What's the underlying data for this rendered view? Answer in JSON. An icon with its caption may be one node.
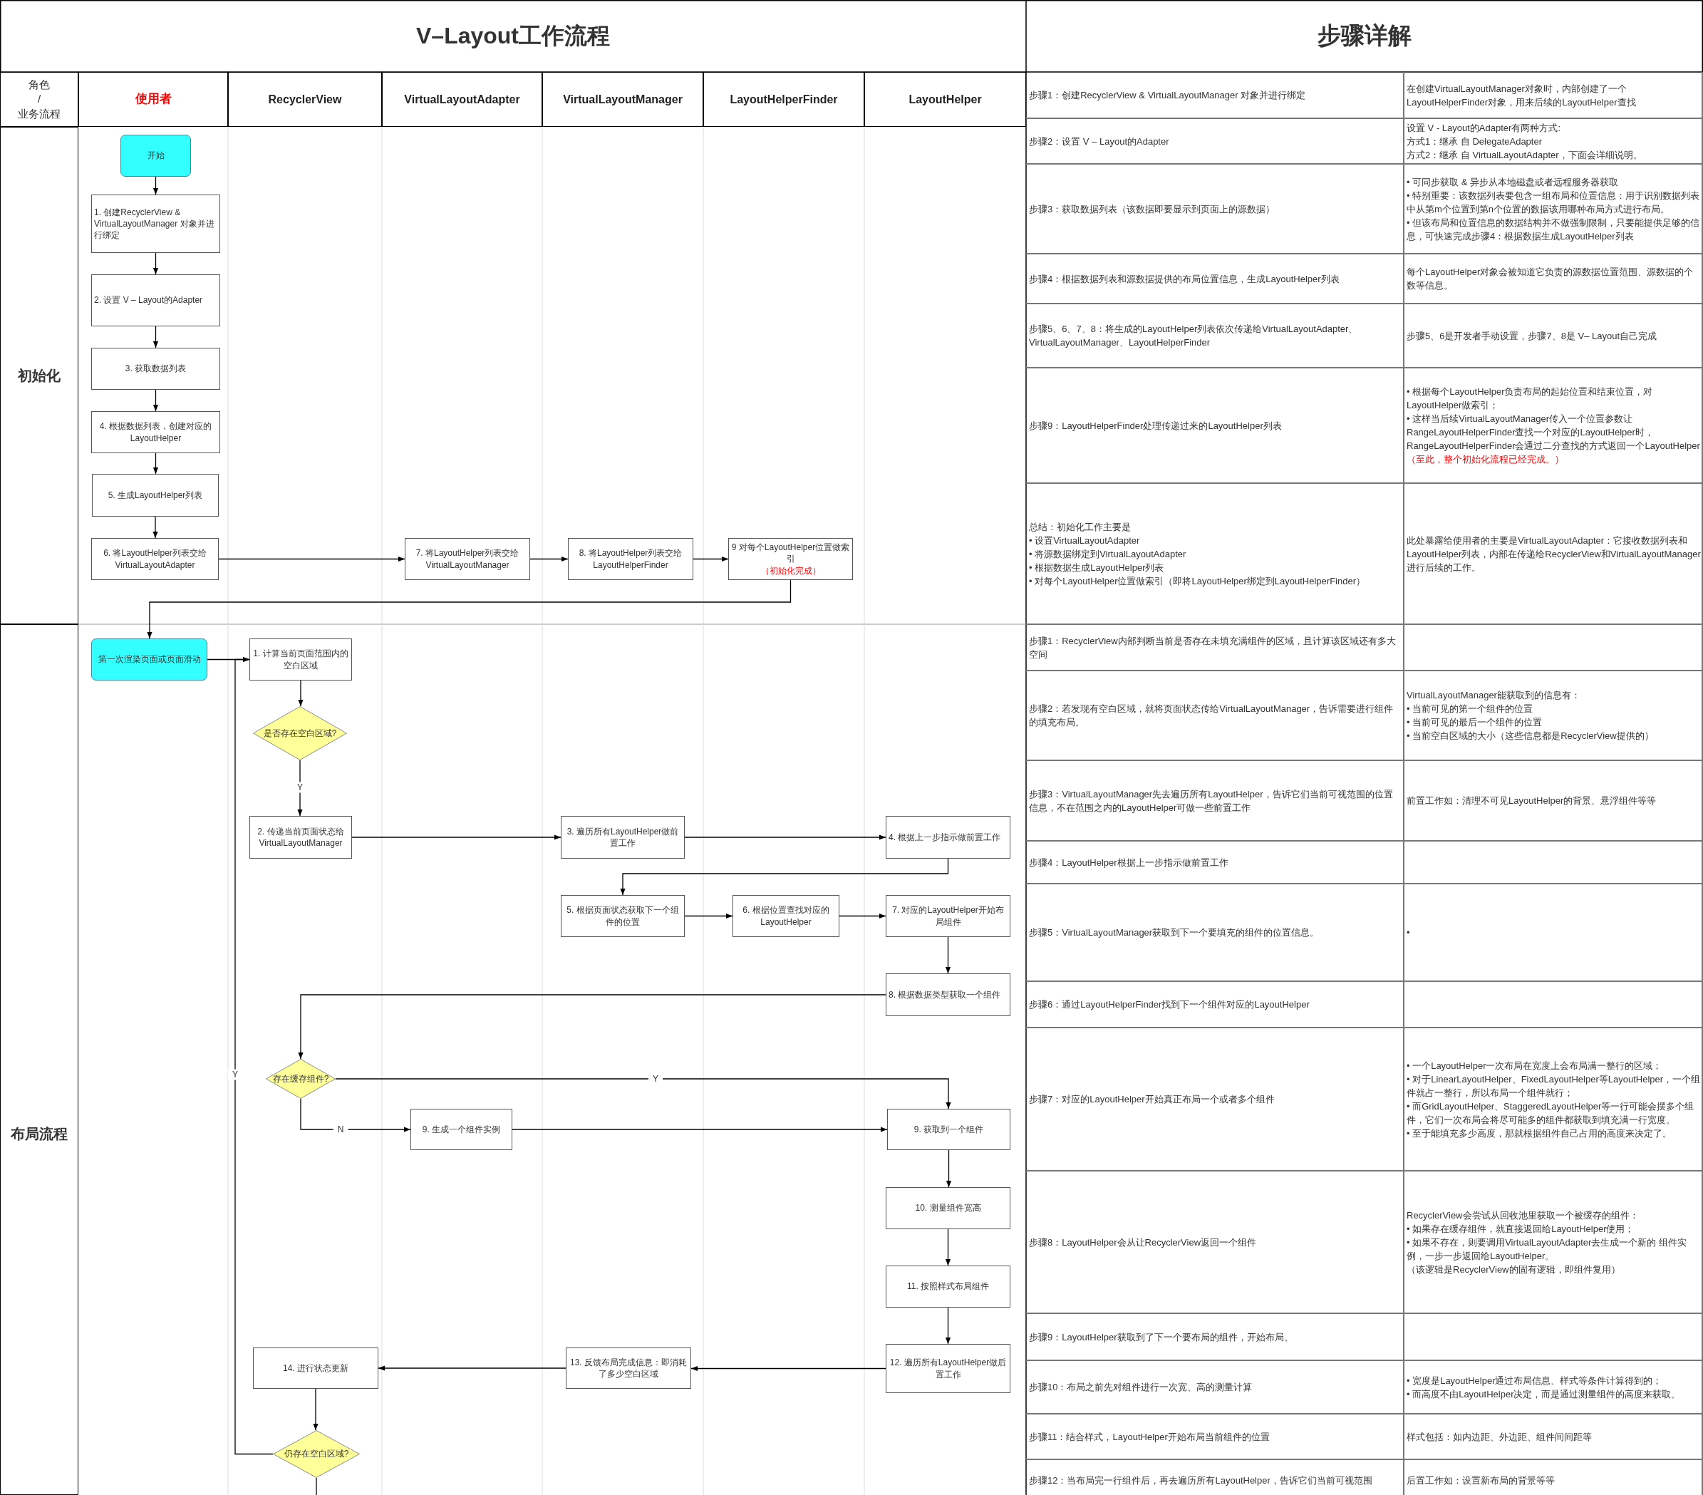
{
  "diagram": {
    "title": "V–Layout工作流程",
    "nodes": [
      {
        "text": [
          "角色",
          "/",
          "业务流程"
        ]
      },
      {
        "text": [
          "使用者"
        ]
      },
      {
        "text": [
          "RecyclerView"
        ]
      },
      {
        "text": [
          "VirtualLayoutAdapter"
        ]
      },
      {
        "text": [
          "VirtualLayoutManager"
        ]
      },
      {
        "text": [
          "LayoutHelperFinder"
        ]
      },
      {
        "text": [
          "LayoutHelper"
        ]
      },
      {
        "text": [
          "初始化"
        ]
      },
      {
        "text": [
          "布局流程"
        ]
      },
      {
        "text": [
          "开始"
        ]
      },
      {
        "text": [
          "1. 创建RecyclerView & VirtualLayoutManager 对象并进行绑定"
        ]
      },
      {
        "text": [
          "2. 设置 V – Layout的Adapter"
        ]
      },
      {
        "text": [
          "3. 获取数据列表"
        ]
      },
      {
        "text": [
          "4. 根据数据列表，创建对应的LayoutHelper"
        ]
      },
      {
        "text": [
          "5. 生成LayoutHelper列表"
        ]
      },
      {
        "text": [
          "6. 将LayoutHelper列表交给VirtualLayoutAdapter"
        ]
      },
      {
        "text": [
          "7. 将LayoutHelper列表交给VirtualLayoutManager"
        ]
      },
      {
        "text": [
          "8. 将LayoutHelper列表交给LayoutHelperFinder"
        ]
      },
      {
        "text": [
          "9 对每个LayoutHelper位置做索引",
          "（初始化完成）"
        ]
      },
      {
        "text": [
          "第一次渲染页面或页面滑动"
        ]
      },
      {
        "text": [
          "1. 计算当前页面范围内的空白区域"
        ]
      },
      {
        "text": [
          "是否存在空白区域?"
        ]
      },
      {
        "text": [
          "2. 传递当前页面状态给VirtualLayoutManager"
        ]
      },
      {
        "text": [
          "3. 遍历所有LayoutHelper做前置工作"
        ]
      },
      {
        "text": [
          "4. 根据上一步指示做前置工作"
        ]
      },
      {
        "text": [
          "5. 根据页面状态获取下一个组件的位置"
        ]
      },
      {
        "text": [
          "6. 根据位置查找对应的LayoutHelper"
        ]
      },
      {
        "text": [
          "7. 对应的LayoutHelper开始布局组件"
        ]
      },
      {
        "text": [
          "8. 根据数据类型获取一个组件"
        ]
      },
      {
        "text": [
          "存在缓存组件?"
        ]
      },
      {
        "text": [
          "9. 生成一个组件实例"
        ]
      },
      {
        "text": [
          "9. 获取到一个组件"
        ]
      },
      {
        "text": [
          "10. 测量组件宽高"
        ]
      },
      {
        "text": [
          "11. 按照样式布局组件"
        ]
      },
      {
        "text": [
          "12. 遍历所有LayoutHelper做后置工作"
        ]
      },
      {
        "text": [
          "13. 反馈布局完成信息：即消耗了多少空白区域"
        ]
      },
      {
        "text": [
          "14. 进行状态更新"
        ]
      },
      {
        "text": [
          "仍存在空白区域?"
        ]
      }
    ],
    "edges": [
      {
        "from": 9,
        "to": 10,
        "arrow": "to"
      },
      {
        "from": 10,
        "to": 11,
        "arrow": "to"
      },
      {
        "from": 11,
        "to": 12,
        "arrow": "to"
      },
      {
        "from": 12,
        "to": 13,
        "arrow": "to"
      },
      {
        "from": 13,
        "to": 14,
        "arrow": "to"
      },
      {
        "from": 14,
        "to": 15,
        "arrow": "to"
      },
      {
        "from": 15,
        "to": 16,
        "arrow": "to"
      },
      {
        "from": 16,
        "to": 17,
        "arrow": "to"
      },
      {
        "from": 17,
        "to": 18,
        "arrow": "to"
      },
      {
        "from": 18,
        "to": 19,
        "arrow": "to"
      },
      {
        "from": 19,
        "to": 20,
        "arrow": "to"
      },
      {
        "from": 20,
        "to": 21,
        "arrow": "to"
      },
      {
        "from": 21,
        "to": 22,
        "arrow": "to",
        "label": "Y"
      },
      {
        "from": 22,
        "to": 23,
        "arrow": "to"
      },
      {
        "from": 23,
        "to": 24,
        "arrow": "to"
      },
      {
        "from": 24,
        "to": 25,
        "arrow": "to"
      },
      {
        "from": 25,
        "to": 26,
        "arrow": "to"
      },
      {
        "from": 26,
        "to": 27,
        "arrow": "to"
      },
      {
        "from": 27,
        "to": 28,
        "arrow": "to"
      },
      {
        "from": 28,
        "to": 29,
        "arrow": "to"
      },
      {
        "from": 29,
        "to": 31,
        "arrow": "to",
        "label": "Y"
      },
      {
        "from": 29,
        "to": 30,
        "arrow": "to",
        "label": "N"
      },
      {
        "from": 30,
        "to": 31,
        "arrow": "to"
      },
      {
        "from": 31,
        "to": 32,
        "arrow": "to"
      },
      {
        "from": 32,
        "to": 33,
        "arrow": "to"
      },
      {
        "from": 33,
        "to": 34,
        "arrow": "to"
      },
      {
        "from": 34,
        "to": 35,
        "arrow": "to"
      },
      {
        "from": 35,
        "to": 36,
        "arrow": "to"
      },
      {
        "from": 36,
        "to": 37,
        "arrow": "to"
      },
      {
        "from": 37,
        "to": 20,
        "arrow": "to",
        "label": "Y"
      },
      {
        "from": 37,
        "to": null,
        "arrow": "none"
      }
    ],
    "labels": [
      "步骤详解",
      "步骤1：创建RecyclerView & VirtualLayoutManager 对象并进行绑定",
      "在创建VirtualLayoutManager对象时，内部创建了一个LayoutHelperFinder对象，用来后续的LayoutHelper查找",
      "步骤2：设置 V – Layout的Adapter",
      "设置 V - Layout的Adapter有两种方式:",
      "方式1：继承 自 DelegateAdapter",
      "方式2：继承 自 VirtualLayoutAdapter，下面会详细说明。",
      "步骤3：获取数据列表（该数据即要显示到页面上的源数据）",
      "• 可同步获取 & 异步从本地磁盘或者远程服务器获取",
      "• 特别重要：该数据列表要包含一组布局和位置信息：用于识别数据列表中从第m个位置到第n个位置的数据该用哪种布局方式进行布局。",
      "• 但该布局和位置信息的数据结构并不做强制限制，只要能提供足够的信息，可快速完成步骤4：根据数据生成LayoutHelper列表",
      "步骤4：根据数据列表和源数据提供的布局位置信息，生成LayoutHelper列表",
      "每个LayoutHelper对象会被知道它负责的源数据位置范围、源数据的个数等信息。",
      "步骤5、6、7、8：将生成的LayoutHelper列表依次传递给VirtualLayoutAdapter、VirtualLayoutManager、LayoutHelperFinder",
      "步骤5、6是开发者手动设置，步骤7、8是 V– Layout自己完成",
      "步骤9：LayoutHelperFinder处理传递过来的LayoutHelper列表",
      "• 根据每个LayoutHelper负责布局的起始位置和结束位置，对LayoutHelper做索引；",
      "• 这样当后续VirtualLayoutManager传入一个位置参数让RangeLayoutHelperFinder查找一个对应的LayoutHelper时，RangeLayoutHelperFinder会通过二分查找的方式返回一个LayoutHelper",
      "（至此，整个初始化流程已经完成。）",
      "总结：初始化工作主要是",
      "• 设置VirtualLayoutAdapter",
      "• 将源数据绑定到VirtualLayoutAdapter",
      "• 根据数据生成LayoutHelper列表",
      "• 对每个LayoutHelper位置做索引（即将LayoutHelper绑定到LayoutHelperFinder）",
      "此处暴露给使用者的主要是VirtualLayoutAdapter：它接收数据列表和LayoutHelper列表，内部在传递给RecyclerView和VirtualLayoutManager进行后续的工作。",
      "步骤1：RecyclerView内部判断当前是否存在未填充满组件的区域，且计算该区域还有多大空间",
      "步骤2：若发现有空白区域，就将页面状态传给VirtualLayoutManager，告诉需要进行组件的填充布局。",
      "VirtualLayoutManager能获取到的信息有：",
      "• 当前可见的第一个组件的位置",
      "• 当前可见的最后一个组件的位置",
      "• 当前空白区域的大小（这些信息都是RecyclerView提供的）",
      "步骤3：VirtualLayoutManager先去遍历所有LayoutHelper，告诉它们当前可视范围的位置信息，不在范围之内的LayoutHelper可做一些前置工作",
      "前置工作如：清理不可见LayoutHelper的背景、悬浮组件等等",
      "步骤4：LayoutHelper根据上一步指示做前置工作",
      "步骤5：VirtualLayoutManager获取到下一个要填充的组件的位置信息。",
      "•",
      "步骤6：通过LayoutHelperFinder找到下一个组件对应的LayoutHelper",
      "步骤7：对应的LayoutHelper开始真正布局一个或者多个组件",
      "• 一个LayoutHelper一次布局在宽度上会布局满一整行的区域；",
      "• 对于LinearLayoutHelper、FixedLayoutHelper等LayoutHelper，一个组件就占一整行，所以布局一个组件就行；",
      "• 而GridLayoutHelper、StaggeredLayoutHelper等一行可能会摆多个组件，它们一次布局会将尽可能多的组件都获取到填充满一行宽度。",
      "• 至于能填充多少高度，那就根据组件自己占用的高度来决定了。",
      "步骤8：LayoutHelper会从让RecyclerView返回一个组件",
      "RecyclerView会尝试从回收池里获取一个被缓存的组件：",
      "• 如果存在缓存组件，就直接返回给LayoutHelper使用；",
      "• 如果不存在，则要调用VirtualLayoutAdapter去生成一个新的 组件实例，一步一步返回给LayoutHelper。",
      "（该逻辑是RecyclerView的固有逻辑，即组件复用）",
      "步骤9：LayoutHelper获取到了下一个要布局的组件，开始布局。",
      "步骤10：布局之前先对组件进行一次宽、高的测量计算",
      "• 宽度是LayoutHelper通过布局信息、样式等条件计算得到的；",
      "• 而高度不由LayoutHelper决定，而是通过测量组件的高度来获取。",
      "步骤11：结合样式，LayoutHelper开始布局当前组件的位置",
      "样式包括：如内边距、外边距、组件间间距等",
      "步骤12：当布局完一行组件后，再去遍历所有LayoutHelper，告诉它们当前可视范围",
      "后置工作如：设置新布局的背景等等"
    ]
  }
}
